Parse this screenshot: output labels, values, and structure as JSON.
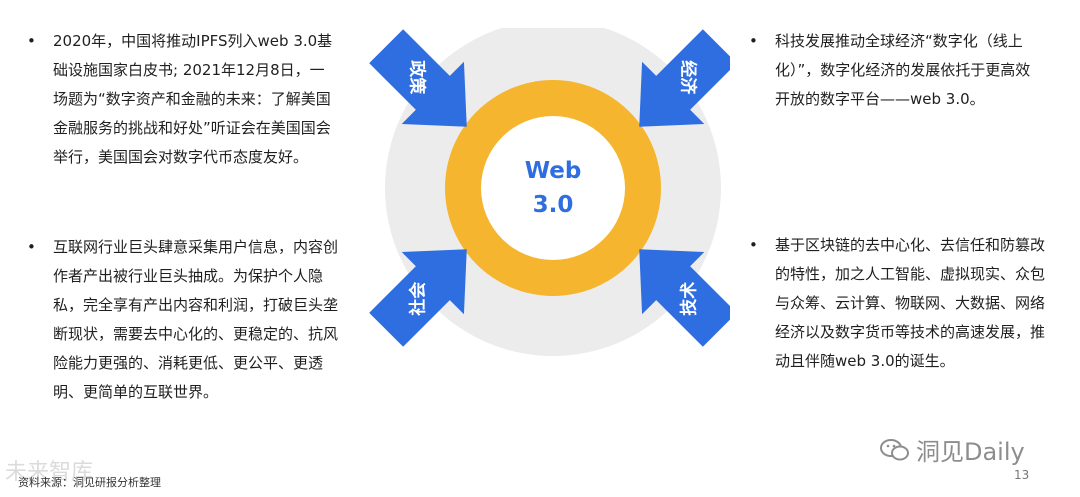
{
  "left": {
    "bullet1": "2020年，中国将推动IPFS列入web 3.0基础设施国家白皮书; 2021年12月8日，一场题为“数字资产和金融的未来：了解美国金融服务的挑战和好处”听证会在美国国会举行，美国国会对数字代币态度友好。",
    "bullet2": "互联网行业巨头肆意采集用户信息，内容创作者产出被行业巨头抽成。为保护个人隐私，完全享有产出内容和利润，打破巨头垄断现状，需要去中心化的、更稳定的、抗风险能力更强的、消耗更低、更公平、更透明、更简单的互联世界。"
  },
  "right": {
    "bullet1": "科技发展推动全球经济“数字化（线上化）”，数字化经济的发展依托于更高效开放的数字平台——web 3.0。",
    "bullet2": "基于区块链的去中心化、去信任和防篡改的特性，加之人工智能、虚拟现实、众包与众筹、云计算、物联网、大数据、网络经济以及数字货币等技术的高速发展，推动且伴随web 3.0的诞生。"
  },
  "bullet_symbol": "•",
  "center": {
    "line1": "Web",
    "line2": "3.0"
  },
  "arrows": {
    "policy": "政策",
    "economy": "经济",
    "society": "社会",
    "technology": "技术"
  },
  "footer": {
    "source": "资料来源：洞见研报分析整理",
    "page": "13",
    "watermark_right": "洞见Daily",
    "watermark_left": "未来智库"
  },
  "colors": {
    "arrow": "#2f6ee0",
    "ring": "#f5b52e",
    "outer_circle": "#ececec",
    "center_text": "#2f6ee0"
  }
}
